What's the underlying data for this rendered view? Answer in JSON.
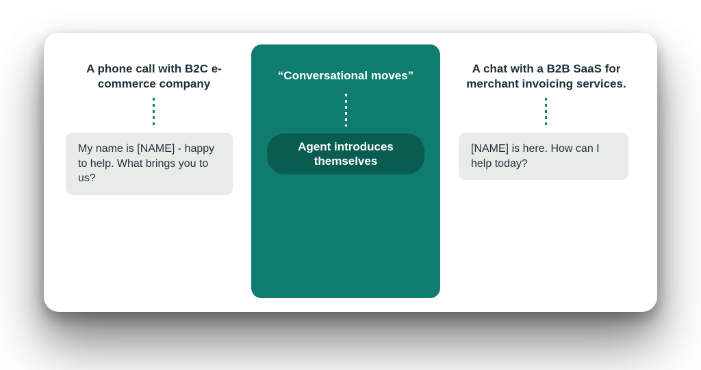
{
  "diagram": {
    "left": {
      "title": "A phone call with B2C e-commerce company",
      "bubble_text": "My name is [NAME] - happy to help. What brings you to us?"
    },
    "center": {
      "title": "“Conversational moves”",
      "pill_label": "Agent introduces themselves"
    },
    "right": {
      "title": "A chat with a B2B SaaS for merchant invoicing services.",
      "bubble_text": "[NAME] is here. How can I help today?"
    },
    "colors": {
      "teal": "#0e7c6e",
      "teal_dark": "#0a5c51",
      "bubble_gray": "#e9ebe9",
      "heading_text": "#1e2e38"
    }
  }
}
